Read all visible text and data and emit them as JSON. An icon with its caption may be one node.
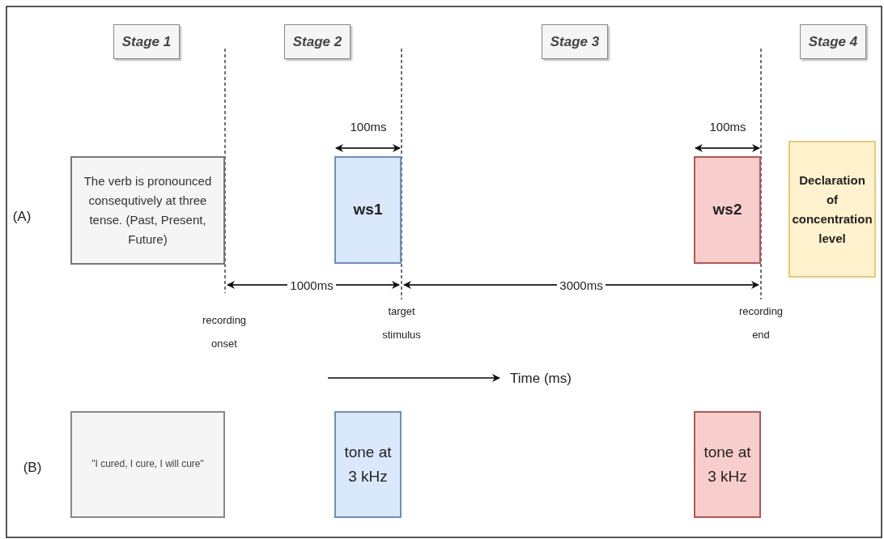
{
  "diagram": {
    "nodes": [
      {
        "text": [
          "Stage 1"
        ]
      },
      {
        "text": [
          "Stage 2"
        ]
      },
      {
        "text": [
          "Stage 3"
        ]
      },
      {
        "text": [
          "Stage 4"
        ]
      },
      {
        "text": [
          "The verb is pronounced consequtively at three tense. (Past, Present, Future)"
        ]
      },
      {
        "text": [
          "ws1"
        ]
      },
      {
        "text": [
          "ws2"
        ]
      },
      {
        "text": [
          "Declaration of concentration level"
        ]
      },
      {
        "text": [
          "\"I cured, I cure, I will cure\""
        ]
      },
      {
        "text": [
          "tone at 3 kHz"
        ]
      },
      {
        "text": [
          "tone at 3 kHz"
        ]
      }
    ],
    "labels": [
      "100ms",
      "100ms",
      "(A)",
      "1000ms",
      "3000ms",
      "recording onset",
      "target stimulus",
      "recording end",
      "Time (ms)",
      "(B)"
    ]
  }
}
